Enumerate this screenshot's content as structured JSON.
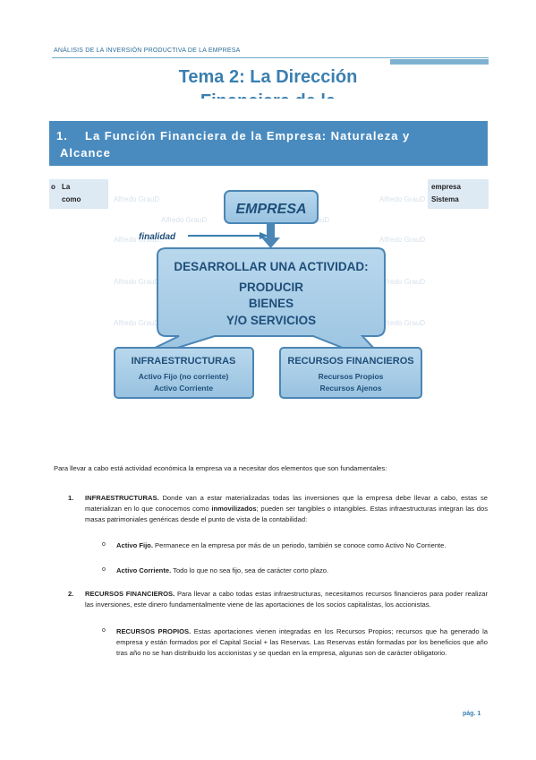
{
  "running_header": "ANÁLISIS DE LA INVERSIÓN PRODUCTIVA DE LA EMPRESA",
  "title": "Tema 2: La Dirección",
  "title_continuation": "Financiera de la",
  "section": {
    "number": "1.",
    "heading_line1": "La Función Financiera de la Empresa: Naturaleza y",
    "heading_line2": "Alcance"
  },
  "side_left": {
    "bullet": "o",
    "line1": "La",
    "line2": "como"
  },
  "side_right": {
    "line1": "empresa",
    "line2": "Sistema"
  },
  "watermark": "Alfredo GrauD",
  "diagram": {
    "empresa": "EMPRESA",
    "finalidad": "finalidad",
    "activity_title": "DESARROLLAR UNA ACTIVIDAD:",
    "activity_line1": "PRODUCIR",
    "activity_line2": "BIENES",
    "activity_line3": "Y/O SERVICIOS",
    "infra_title": "INFRAESTRUCTURAS",
    "infra_line1": "Activo Fijo (no corriente)",
    "infra_line2": "Activo Corriente",
    "rec_title": "RECURSOS FINANCIEROS",
    "rec_line1": "Recursos Propios",
    "rec_line2": "Recursos Ajenos",
    "colors": {
      "box_fill": "#a9cde6",
      "box_border": "#4b86b5",
      "title_text": "#1f4e79",
      "arrow": "#3a7fb0"
    }
  },
  "intro": "Para llevar a cabo está actividad económica la empresa va a necesitar dos elementos que son fundamentales:",
  "items": [
    {
      "number": "1.",
      "term": "INFRAESTRUCTURAS.",
      "text": " Donde van a estar materializadas todas las inversiones que la empresa debe llevar a cabo, estas se materializan en lo que conocemos como ",
      "term2": "inmovilizados",
      "text2": "; pueden ser tangibles o intangibles. Estas infraestructuras integran las dos masas patrimoniales genéricas desde el punto de vista de la contabilidad:",
      "subs": [
        {
          "bullet": "o",
          "term": "Activo Fijo.",
          "text": " Permanece en la empresa por más de un periodo, también se conoce como Activo No Corriente."
        },
        {
          "bullet": "o",
          "term": "Activo Corriente.",
          "text": " Todo lo que no sea fijo, sea de carácter corto plazo."
        }
      ]
    },
    {
      "number": "2.",
      "term": "RECURSOS FINANCIEROS.",
      "text": " Para llevar a cabo todas estas infraestructuras, necesitamos recursos financieros para poder realizar las inversiones, este dinero fundamentalmente viene de las aportaciones de los socios capitalistas, los accionistas.",
      "subs": [
        {
          "bullet": "o",
          "term": "RECURSOS PROPIOS.",
          "text": " Estas aportaciones vienen integradas en los Recursos Propios; recursos que ha generado la empresa y están formados por el Capital Social + las Reservas. Las Reservas están formadas por los beneficios que año tras año no se han distribuido los accionistas y se quedan en la empresa, algunas son de carácter obligatorio."
        }
      ]
    }
  ],
  "page_number": "pág. 1"
}
